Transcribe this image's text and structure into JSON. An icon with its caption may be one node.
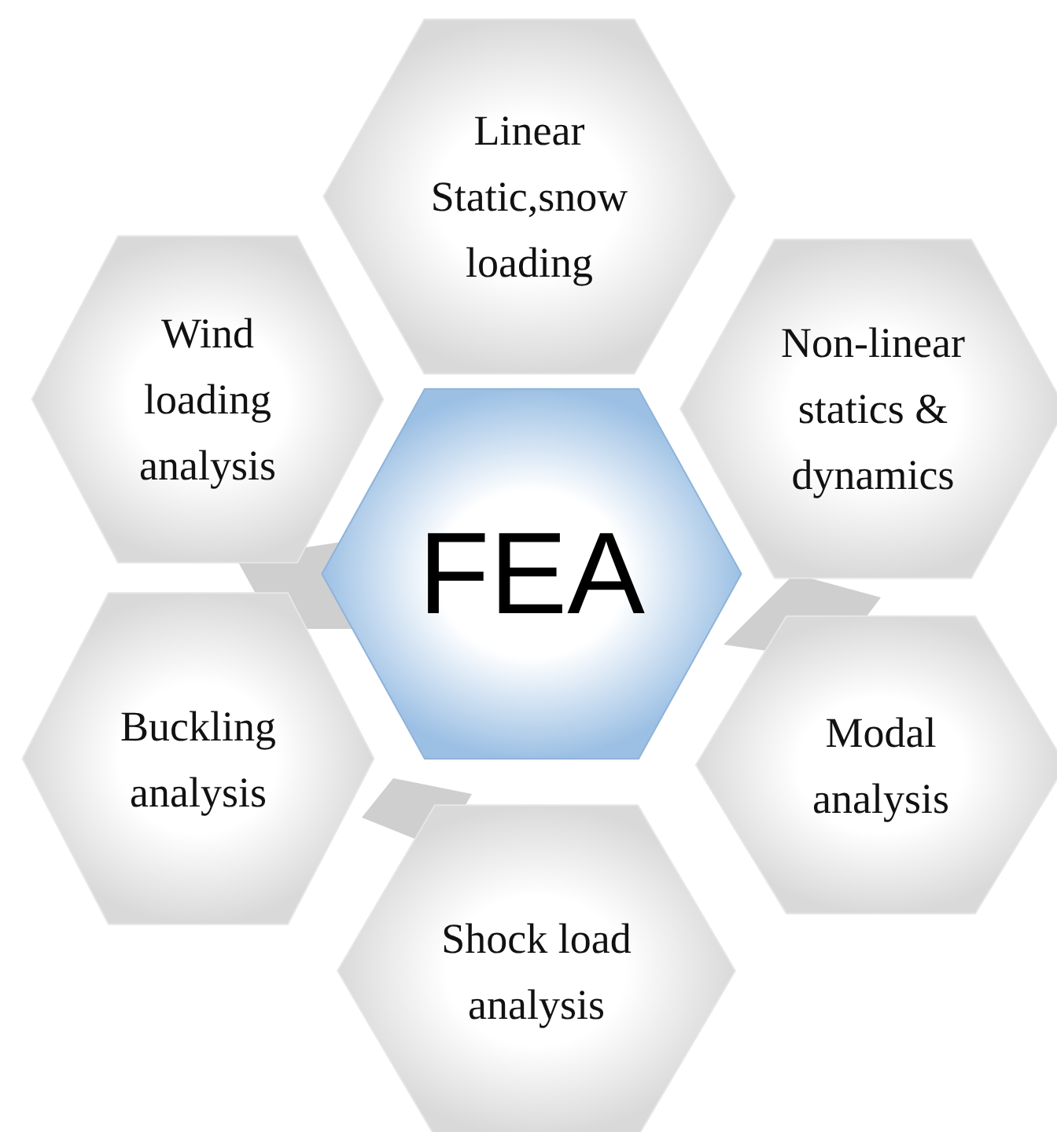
{
  "diagram": {
    "nodes": [
      {
        "text": [
          "FEA"
        ]
      },
      {
        "text": [
          "Linear Static,snow loading"
        ]
      },
      {
        "text": [
          "Wind loading analysis"
        ]
      },
      {
        "text": [
          "Non-linear statics & dynamics"
        ]
      },
      {
        "text": [
          "Buckling analysis"
        ]
      },
      {
        "text": [
          "Modal analysis"
        ]
      },
      {
        "text": [
          "Shock load analysis"
        ]
      }
    ]
  }
}
